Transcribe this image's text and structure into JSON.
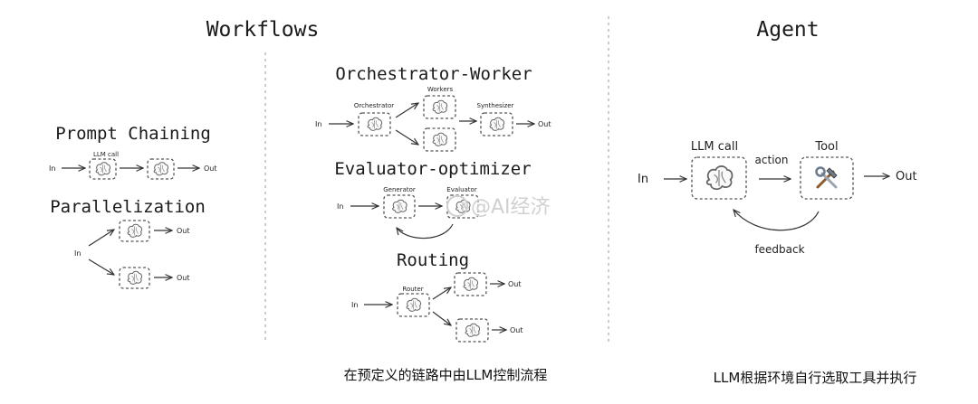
{
  "sections": {
    "workflows_title": "Workflows",
    "agent_title": "Agent"
  },
  "prompt_chaining": {
    "title": "Prompt Chaining",
    "llm_call": "LLM call",
    "in": "In",
    "out": "Out"
  },
  "parallelization": {
    "title": "Parallelization",
    "in": "In",
    "out_top": "Out",
    "out_bottom": "Out"
  },
  "orchestrator_worker": {
    "title": "Orchestrator-Worker",
    "in": "In",
    "orchestrator": "Orchestrator",
    "workers": "Workers",
    "synthesizer": "Synthesizer",
    "out": "Out"
  },
  "evaluator_optimizer": {
    "title": "Evaluator-optimizer",
    "in": "In",
    "generator": "Generator",
    "evaluator": "Evaluator"
  },
  "routing": {
    "title": "Routing",
    "in": "In",
    "router": "Router",
    "out_top": "Out",
    "out_bottom": "Out"
  },
  "agent": {
    "llm_call": "LLM call",
    "tool": "Tool",
    "action": "action",
    "feedback": "feedback",
    "in": "In",
    "out": "Out",
    "tool_icon": "hammer-wrench-icon"
  },
  "watermark": "@AI经济",
  "captions": {
    "workflows": "在预定义的链路中由LLM控制流程",
    "agent": "LLM根据环境自行选取工具并执行"
  }
}
